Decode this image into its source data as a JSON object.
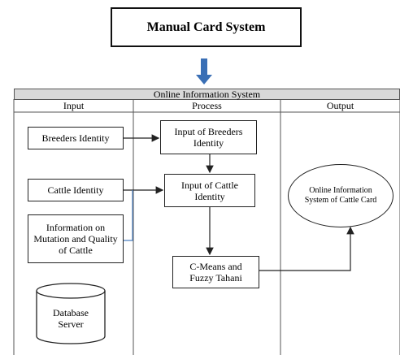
{
  "header": {
    "title": "Manual Card System"
  },
  "band": {
    "title": "Online Information System"
  },
  "lanes": {
    "input": "Input",
    "process": "Process",
    "output": "Output"
  },
  "input": {
    "breeders": "Breeders Identity",
    "cattle": "Cattle Identity",
    "mutation": "Information on Mutation and Quality of Cattle",
    "database": "Database Server"
  },
  "process": {
    "breeders": "Input of Breeders Identity",
    "cattle": "Input of Cattle Identity",
    "cmeans": "C-Means and Fuzzy Tahani"
  },
  "output": {
    "card": "Online Information System of Cattle Card"
  },
  "colors": {
    "arrow_down": "#3a6fb5",
    "band_fill": "#d9d9d9",
    "connector_blue": "#4a7fc1"
  }
}
